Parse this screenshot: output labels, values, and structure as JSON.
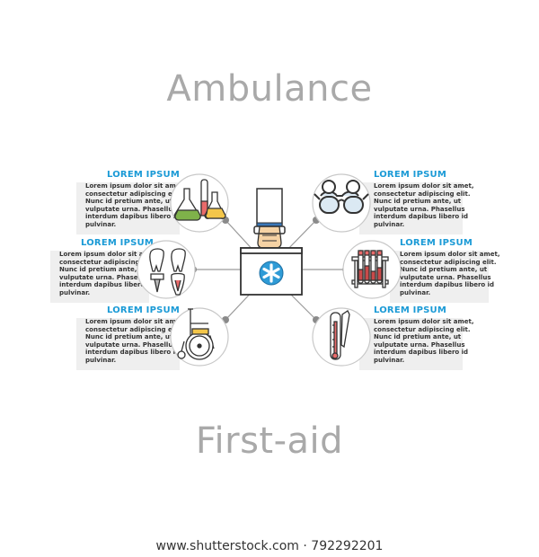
{
  "title_top": "Ambulance",
  "title_bottom": "First-aid",
  "footer": "www.shutterstock.com · 792292201",
  "items": [
    {
      "heading": "LOREM IPSUM",
      "body": "Lorem ipsum dolor sit amet,\nconsectetur adipiscing elit.\nNunc id pretium ante, ut\nvulputate urna. Phasellus\ninterdum dapibus libero id\npulvinar.",
      "icon": "lab-flasks-icon"
    },
    {
      "heading": "LOREM IPSUM",
      "body": "Lorem ipsum dolor sit amet,\nconsectetur adipiscing elit.\nNunc id pretium ante, ut\nvulputate urna. Phasellus\ninterdum dapibus libero id\npulvinar.",
      "icon": "teeth-icon"
    },
    {
      "heading": "LOREM IPSUM",
      "body": "Lorem ipsum dolor sit amet,\nconsectetur adipiscing elit.\nNunc id pretium ante, ut\nvulputate urna. Phasellus\ninterdum dapibus libero id\npulvinar.",
      "icon": "wheelchair-icon"
    },
    {
      "heading": "LOREM IPSUM",
      "body": "Lorem ipsum dolor sit amet,\nconsectetur adipiscing elit.\nNunc id pretium ante, ut\nvulputate urna. Phasellus\ninterdum dapibus libero id\npulvinar.",
      "icon": "glasses-icon"
    },
    {
      "heading": "LOREM IPSUM",
      "body": "Lorem ipsum dolor sit amet,\nconsectetur adipiscing elit.\nNunc id pretium ante, ut\nvulputate urna. Phasellus\ninterdum dapibus libero id\npulvinar.",
      "icon": "test-tubes-icon"
    },
    {
      "heading": "LOREM IPSUM",
      "body": "Lorem ipsum dolor sit amet,\nconsectetur adipiscing elit.\nNunc id pretium ante, ut\nvulputate urna. Phasellus\ninterdum dapibus libero id\npulvinar.",
      "icon": "thermometer-icon"
    }
  ],
  "center_icon": "first-aid-kit-icon",
  "colors": {
    "heading": "#1a9ad6",
    "title": "#a9a9a9",
    "box": "#efefef",
    "line": "#9a9a9a"
  }
}
